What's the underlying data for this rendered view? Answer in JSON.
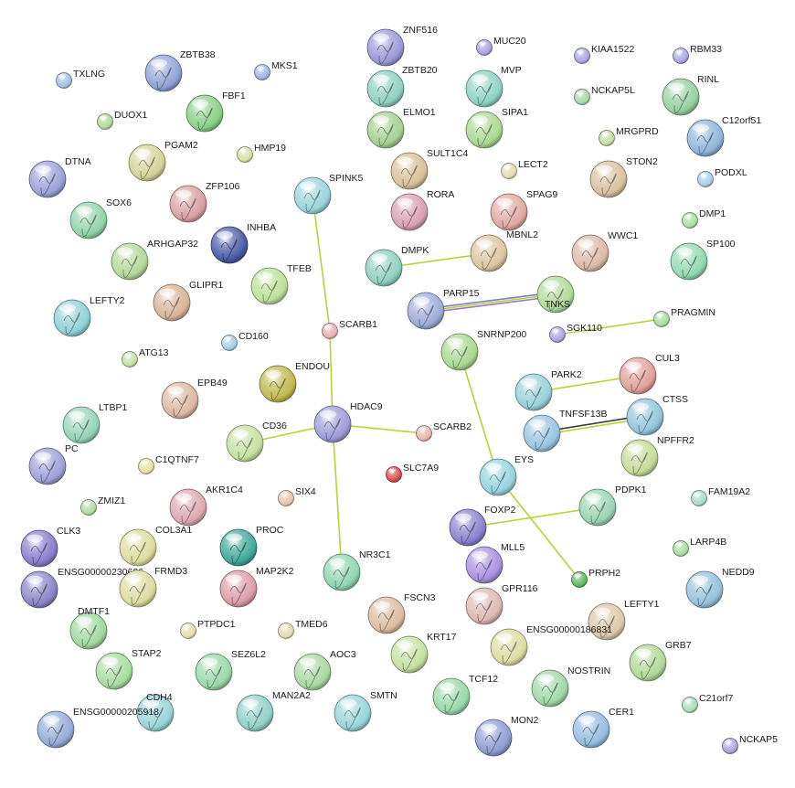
{
  "colors": {
    "background": "#ffffff",
    "edge_default": "#b5d334",
    "edge_dark": "#3a3a3a",
    "edge_blue": "#7c7ccc",
    "edge_violet": "#9b77d0"
  },
  "nodes": [
    {
      "id": "ZNF516",
      "label": "ZNF516",
      "color": "#9b97d8",
      "size": "large"
    },
    {
      "id": "MUC20",
      "label": "MUC20",
      "color": "#a8a0e0",
      "size": "small"
    },
    {
      "id": "KIAA1522",
      "label": "KIAA1522",
      "color": "#a8a6e2",
      "size": "small"
    },
    {
      "id": "RBM33",
      "label": "RBM33",
      "color": "#a8a6e2",
      "size": "small"
    },
    {
      "id": "TXLNG",
      "label": "TXLNG",
      "color": "#9fc0e4",
      "size": "small"
    },
    {
      "id": "ZBTB38",
      "label": "ZBTB38",
      "color": "#8fa2d6",
      "size": "large"
    },
    {
      "id": "MKS1",
      "label": "MKS1",
      "color": "#9fb4e4",
      "size": "small"
    },
    {
      "id": "ZBTB20",
      "label": "ZBTB20",
      "color": "#8fd0c0",
      "size": "large"
    },
    {
      "id": "MVP",
      "label": "MVP",
      "color": "#8ed2c4",
      "size": "large"
    },
    {
      "id": "NCKAP5L",
      "label": "NCKAP5L",
      "color": "#a8d8a8",
      "size": "small"
    },
    {
      "id": "RINL",
      "label": "RINL",
      "color": "#96d0a0",
      "size": "large"
    },
    {
      "id": "DUOX1",
      "label": "DUOX1",
      "color": "#b2d898",
      "size": "small"
    },
    {
      "id": "FBF1",
      "label": "FBF1",
      "color": "#88d088",
      "size": "large"
    },
    {
      "id": "ELMO1",
      "label": "ELMO1",
      "color": "#a4d090",
      "size": "large"
    },
    {
      "id": "SIPA1",
      "label": "SIPA1",
      "color": "#a8d890",
      "size": "large"
    },
    {
      "id": "MRGPRD",
      "label": "MRGPRD",
      "color": "#c0e0a0",
      "size": "small"
    },
    {
      "id": "C12orf51",
      "label": "C12orf51",
      "color": "#8eb4d8",
      "size": "large"
    },
    {
      "id": "PGAM2",
      "label": "PGAM2",
      "color": "#d4d298",
      "size": "large"
    },
    {
      "id": "HMP19",
      "label": "HMP19",
      "color": "#d4e0a0",
      "size": "small"
    },
    {
      "id": "SULT1C4",
      "label": "SULT1C4",
      "color": "#d8c098",
      "size": "large"
    },
    {
      "id": "LECT2",
      "label": "LECT2",
      "color": "#e4dcb0",
      "size": "small"
    },
    {
      "id": "STON2",
      "label": "STON2",
      "color": "#d8c0a0",
      "size": "large"
    },
    {
      "id": "PODXL",
      "label": "PODXL",
      "color": "#a8cce8",
      "size": "small"
    },
    {
      "id": "DTNA",
      "label": "DTNA",
      "color": "#9aa0d8",
      "size": "large"
    },
    {
      "id": "ZFP106",
      "label": "ZFP106",
      "color": "#d8a0a0",
      "size": "large"
    },
    {
      "id": "SPINK5",
      "label": "SPINK5",
      "color": "#9ad4dc",
      "size": "large"
    },
    {
      "id": "RORA",
      "label": "RORA",
      "color": "#d8a0b4",
      "size": "large"
    },
    {
      "id": "SPAG9",
      "label": "SPAG9",
      "color": "#e0a8a0",
      "size": "large"
    },
    {
      "id": "DMP1",
      "label": "DMP1",
      "color": "#a8dca0",
      "size": "small"
    },
    {
      "id": "SOX6",
      "label": "SOX6",
      "color": "#90d4a8",
      "size": "large"
    },
    {
      "id": "INHBA",
      "label": "INHBA",
      "color": "#4a5aa8",
      "size": "large"
    },
    {
      "id": "ARHGAP32",
      "label": "ARHGAP32",
      "color": "#b4d898",
      "size": "large"
    },
    {
      "id": "DMPK",
      "label": "DMPK",
      "color": "#90d0c0",
      "size": "large"
    },
    {
      "id": "MBNL2",
      "label": "MBNL2",
      "color": "#dcc4a0",
      "size": "large"
    },
    {
      "id": "WWC1",
      "label": "WWC1",
      "color": "#dcb8a8",
      "size": "large"
    },
    {
      "id": "SP100",
      "label": "SP100",
      "color": "#90d8b0",
      "size": "large"
    },
    {
      "id": "TFEB",
      "label": "TFEB",
      "color": "#bce098",
      "size": "large"
    },
    {
      "id": "GLIPR1",
      "label": "GLIPR1",
      "color": "#d8b498",
      "size": "large"
    },
    {
      "id": "LEFTY2",
      "label": "LEFTY2",
      "color": "#90d0d8",
      "size": "large"
    },
    {
      "id": "PARP15",
      "label": "PARP15",
      "color": "#9cacd8",
      "size": "large"
    },
    {
      "id": "TNKS",
      "label": "TNKS",
      "color": "#b0d898",
      "size": "large"
    },
    {
      "id": "PRAGMIN",
      "label": "PRAGMIN",
      "color": "#a8dca0",
      "size": "small"
    },
    {
      "id": "SCARB1",
      "label": "SCARB1",
      "color": "#e8b0b0",
      "size": "small"
    },
    {
      "id": "CD160",
      "label": "CD160",
      "color": "#a8cce8",
      "size": "small"
    },
    {
      "id": "SGK110",
      "label": "SGK110",
      "color": "#a8a6e2",
      "size": "small"
    },
    {
      "id": "ATG13",
      "label": "ATG13",
      "color": "#c4e0a0",
      "size": "small"
    },
    {
      "id": "SNRNP200",
      "label": "SNRNP200",
      "color": "#a8d890",
      "size": "large"
    },
    {
      "id": "ENDOU",
      "label": "ENDOU",
      "color": "#c0b850",
      "size": "large"
    },
    {
      "id": "EPB49",
      "label": "EPB49",
      "color": "#dcb8a0",
      "size": "large"
    },
    {
      "id": "PARK2",
      "label": "PARK2",
      "color": "#98d0dc",
      "size": "large"
    },
    {
      "id": "CUL3",
      "label": "CUL3",
      "color": "#e0a098",
      "size": "large"
    },
    {
      "id": "LTBP1",
      "label": "LTBP1",
      "color": "#94d4b8",
      "size": "large"
    },
    {
      "id": "HDAC9",
      "label": "HDAC9",
      "color": "#9c9cd8",
      "size": "large"
    },
    {
      "id": "CTSS",
      "label": "CTSS",
      "color": "#94c4dc",
      "size": "large"
    },
    {
      "id": "TNFSF13B",
      "label": "TNFSF13B",
      "color": "#98c4e0",
      "size": "large"
    },
    {
      "id": "CD36",
      "label": "CD36",
      "color": "#c4e0a0",
      "size": "large"
    },
    {
      "id": "SCARB2",
      "label": "SCARB2",
      "color": "#e8b8a8",
      "size": "small"
    },
    {
      "id": "PC",
      "label": "PC",
      "color": "#9ca0d8",
      "size": "large"
    },
    {
      "id": "NPFFR2",
      "label": "NPFFR2",
      "color": "#c4dc98",
      "size": "large"
    },
    {
      "id": "C1QTNF7",
      "label": "C1QTNF7",
      "color": "#e4e0a8",
      "size": "small"
    },
    {
      "id": "SLC7A9",
      "label": "SLC7A9",
      "color": "#d84a4a",
      "size": "small"
    },
    {
      "id": "EYS",
      "label": "EYS",
      "color": "#94d4e0",
      "size": "large"
    },
    {
      "id": "ZMIZ1",
      "label": "ZMIZ1",
      "color": "#b0dca0",
      "size": "small"
    },
    {
      "id": "AKR1C4",
      "label": "AKR1C4",
      "color": "#dca8b0",
      "size": "large"
    },
    {
      "id": "SIX4",
      "label": "SIX4",
      "color": "#e8c4a8",
      "size": "small"
    },
    {
      "id": "PDPK1",
      "label": "PDPK1",
      "color": "#98d4b0",
      "size": "large"
    },
    {
      "id": "FAM19A2",
      "label": "FAM19A2",
      "color": "#a8dcc8",
      "size": "small"
    },
    {
      "id": "FOXP2",
      "label": "FOXP2",
      "color": "#8a80cc",
      "size": "large"
    },
    {
      "id": "CLK3",
      "label": "CLK3",
      "color": "#8a7ccc",
      "size": "large"
    },
    {
      "id": "COL3A1",
      "label": "COL3A1",
      "color": "#dcdca0",
      "size": "large"
    },
    {
      "id": "PROC",
      "label": "PROC",
      "color": "#40a898",
      "size": "large"
    },
    {
      "id": "LARP4B",
      "label": "LARP4B",
      "color": "#a8dca0",
      "size": "small"
    },
    {
      "id": "NR3C1",
      "label": "NR3C1",
      "color": "#90d4b0",
      "size": "large"
    },
    {
      "id": "MLL5",
      "label": "MLL5",
      "color": "#a890e0",
      "size": "large"
    },
    {
      "id": "ENSG00000230626",
      "label": "ENSG00000230626",
      "color": "#8a84c8",
      "size": "large"
    },
    {
      "id": "FRMD3",
      "label": "FRMD3",
      "color": "#dcdca0",
      "size": "large"
    },
    {
      "id": "MAP2K2",
      "label": "MAP2K2",
      "color": "#dc9ca8",
      "size": "large"
    },
    {
      "id": "PRPH2",
      "label": "PRPH2",
      "color": "#60b860",
      "size": "small"
    },
    {
      "id": "NEDD9",
      "label": "NEDD9",
      "color": "#94c0dc",
      "size": "large"
    },
    {
      "id": "DMTF1",
      "label": "DMTF1",
      "color": "#a0d8a0",
      "size": "large"
    },
    {
      "id": "FSCN3",
      "label": "FSCN3",
      "color": "#dcbca0",
      "size": "large"
    },
    {
      "id": "GPR116",
      "label": "GPR116",
      "color": "#dcb8b0",
      "size": "large"
    },
    {
      "id": "PTPDC1",
      "label": "PTPDC1",
      "color": "#e4dcb0",
      "size": "small"
    },
    {
      "id": "TMED6",
      "label": "TMED6",
      "color": "#e4dcb0",
      "size": "small"
    },
    {
      "id": "LEFTY1",
      "label": "LEFTY1",
      "color": "#dcc8a8",
      "size": "large"
    },
    {
      "id": "ENSG00000186831",
      "label": "ENSG00000186831",
      "color": "#dcdca0",
      "size": "large"
    },
    {
      "id": "KRT17",
      "label": "KRT17",
      "color": "#c4e0a0",
      "size": "large"
    },
    {
      "id": "STAP2",
      "label": "STAP2",
      "color": "#a8dca0",
      "size": "large"
    },
    {
      "id": "SEZ6L2",
      "label": "SEZ6L2",
      "color": "#98d8a8",
      "size": "large"
    },
    {
      "id": "AOC3",
      "label": "AOC3",
      "color": "#a8d8a0",
      "size": "large"
    },
    {
      "id": "GRB7",
      "label": "GRB7",
      "color": "#b0d898",
      "size": "large"
    },
    {
      "id": "NOSTRIN",
      "label": "NOSTRIN",
      "color": "#a0d8a8",
      "size": "large"
    },
    {
      "id": "TCF12",
      "label": "TCF12",
      "color": "#98d8a8",
      "size": "large"
    },
    {
      "id": "CDH4",
      "label": "CDH4",
      "color": "#98d4d8",
      "size": "large"
    },
    {
      "id": "MAN2A2",
      "label": "MAN2A2",
      "color": "#90d0c8",
      "size": "large"
    },
    {
      "id": "SMTN",
      "label": "SMTN",
      "color": "#98d4dc",
      "size": "large"
    },
    {
      "id": "C21orf7",
      "label": "C21orf7",
      "color": "#a8dcb8",
      "size": "small"
    },
    {
      "id": "ENSG00000205918",
      "label": "ENSG00000205918",
      "color": "#94aad8",
      "size": "large"
    },
    {
      "id": "MON2",
      "label": "MON2",
      "color": "#8c9cd0",
      "size": "large"
    },
    {
      "id": "CER1",
      "label": "CER1",
      "color": "#94bce0",
      "size": "large"
    },
    {
      "id": "NCKAP5",
      "label": "NCKAP5",
      "color": "#a8a6e2",
      "size": "small"
    }
  ],
  "edges": [
    {
      "source": "SPINK5",
      "target": "SCARB1",
      "kind": "default"
    },
    {
      "source": "SCARB1",
      "target": "HDAC9",
      "kind": "default"
    },
    {
      "source": "HDAC9",
      "target": "CD36",
      "kind": "default"
    },
    {
      "source": "HDAC9",
      "target": "SCARB2",
      "kind": "default"
    },
    {
      "source": "HDAC9",
      "target": "NR3C1",
      "kind": "default"
    },
    {
      "source": "DMPK",
      "target": "MBNL2",
      "kind": "default"
    },
    {
      "source": "PARP15",
      "target": "TNKS",
      "kind": "triple"
    },
    {
      "source": "SGK110",
      "target": "PRAGMIN",
      "kind": "default"
    },
    {
      "source": "SNRNP200",
      "target": "EYS",
      "kind": "default"
    },
    {
      "source": "EYS",
      "target": "PRPH2",
      "kind": "default"
    },
    {
      "source": "PARK2",
      "target": "CUL3",
      "kind": "default"
    },
    {
      "source": "TNFSF13B",
      "target": "CTSS",
      "kind": "double"
    },
    {
      "source": "FOXP2",
      "target": "PDPK1",
      "kind": "default"
    }
  ]
}
